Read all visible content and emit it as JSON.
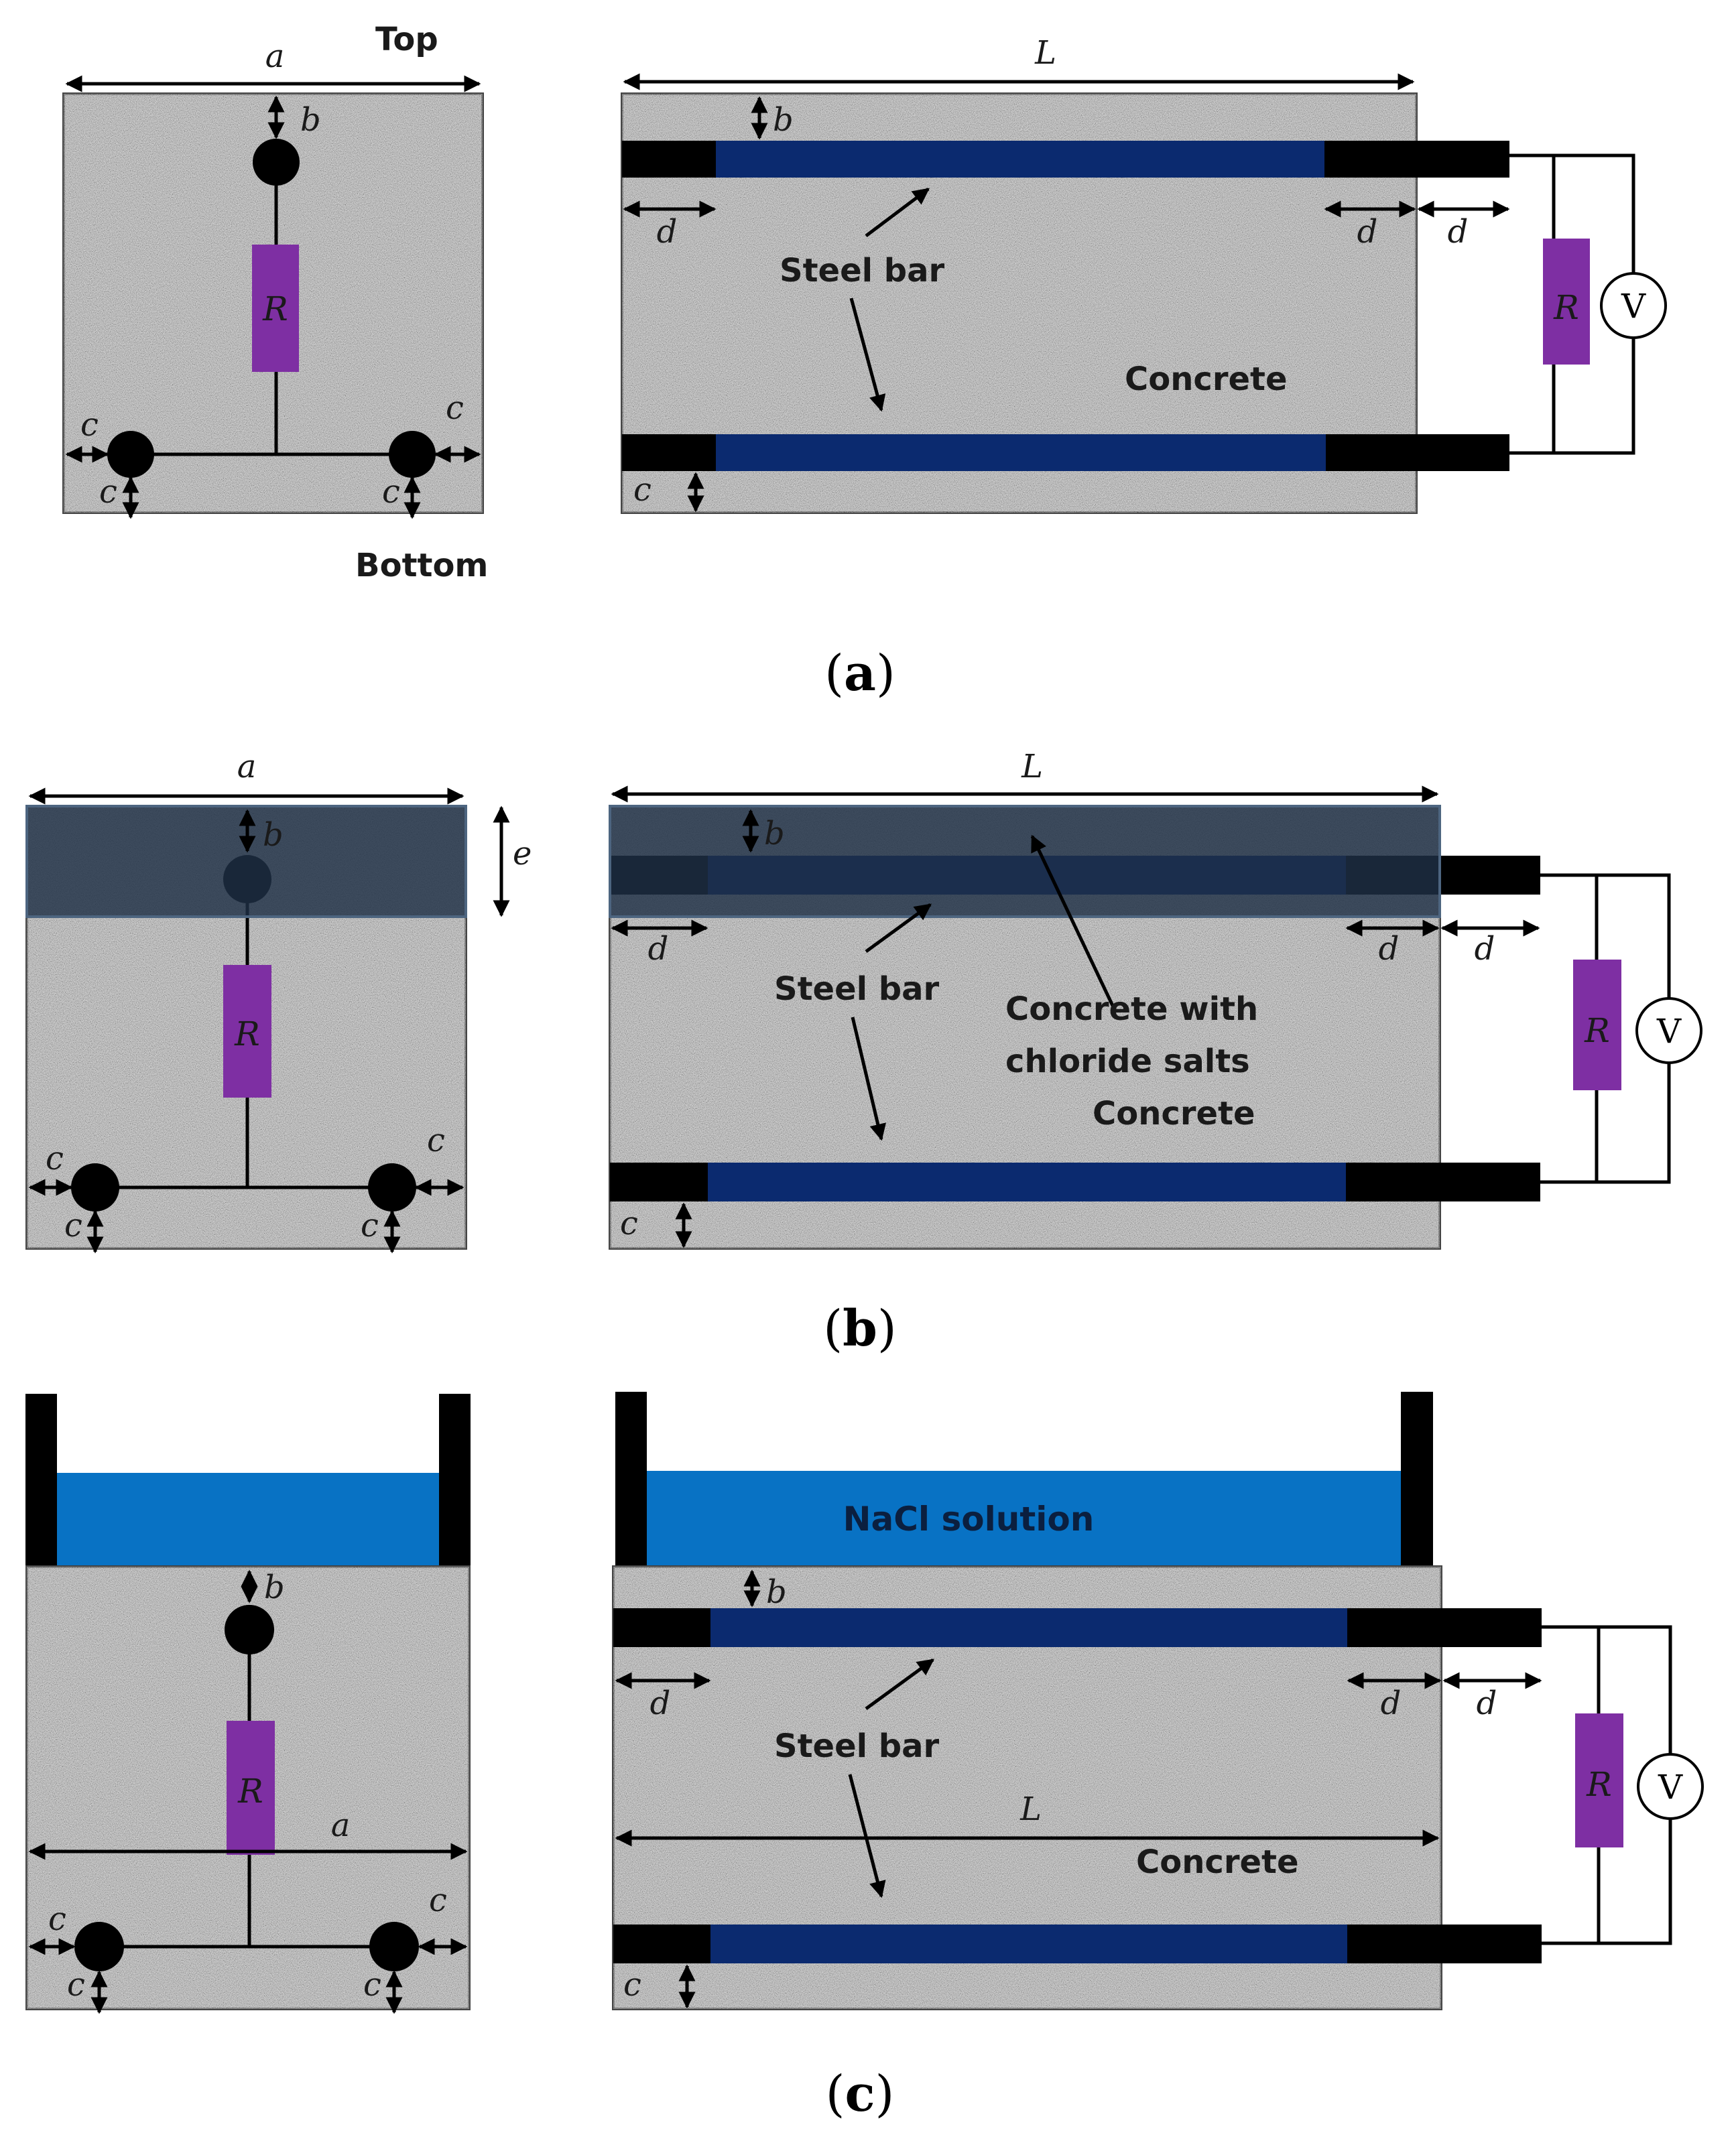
{
  "labels": {
    "top": "Top",
    "bottom": "Bottom",
    "steel_bar": "Steel bar",
    "concrete": "Concrete",
    "concrete_with_chloride_line1": "Concrete with",
    "concrete_with_chloride_line2": "chloride salts",
    "nacl_solution": "NaCl solution",
    "resistor": "R",
    "voltmeter": "V"
  },
  "dimensions": {
    "a": "a",
    "b": "b",
    "c": "c",
    "d": "d",
    "e": "e",
    "L": "L"
  },
  "captions": {
    "a": {
      "open": "(",
      "letter": "a",
      "close": ")"
    },
    "b": {
      "open": "(",
      "letter": "b",
      "close": ")"
    },
    "c": {
      "open": "(",
      "letter": "c",
      "close": ")"
    }
  },
  "colors": {
    "concrete_base": "#b9b9b9",
    "steel_bar": "#0b2a6f",
    "bar_ends": "#000000",
    "resistor": "#7e2fa3",
    "chloride_zone": "#1e2f45",
    "nacl_solution": "#0872c4"
  }
}
